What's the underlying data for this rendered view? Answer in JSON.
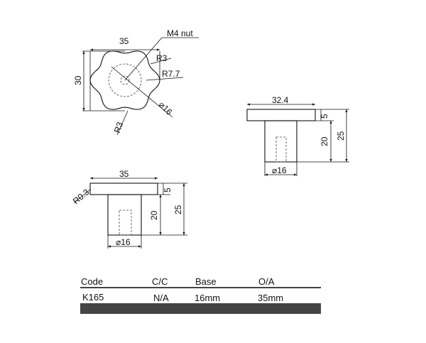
{
  "top_view": {
    "width": "35",
    "height": "30",
    "nut": "M4 nut",
    "lobe_radius_top": "R3",
    "lobe_radius_bottom": "R3",
    "outer_radius": "R7.7",
    "dia": "16",
    "dia_symbol": "⌀"
  },
  "side_view_right": {
    "cap_width": "32.4",
    "cap_height": "5",
    "stem_height": "20",
    "overall_height": "25",
    "dia": "16"
  },
  "side_view_bottom": {
    "cap_width": "35",
    "edge_radius": "R0.3",
    "cap_height": "5",
    "stem_height": "20",
    "overall_height": "25",
    "dia": "16"
  },
  "table": {
    "headers": [
      "Code",
      "C/C",
      "Base",
      "O/A"
    ],
    "rows": [
      [
        "K165",
        "N/A",
        "16mm",
        "35mm"
      ]
    ],
    "bar_color": "#444444"
  }
}
